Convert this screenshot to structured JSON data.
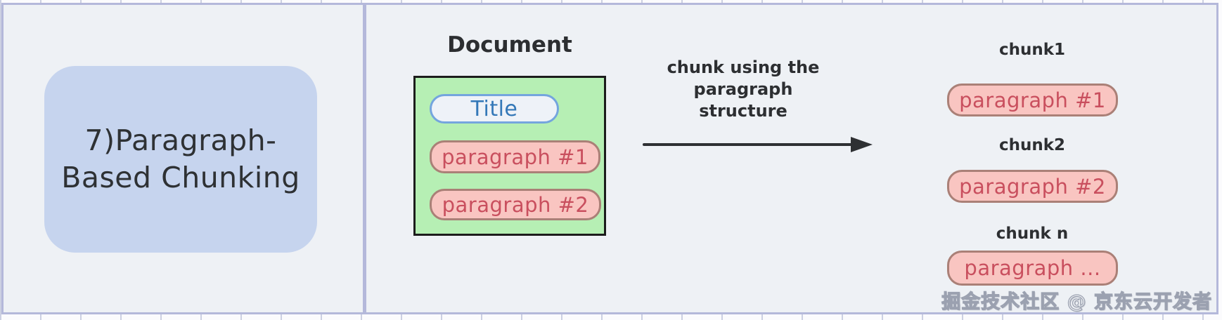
{
  "left_panel": {
    "title_line1": "7)Paragraph-",
    "title_line2": "Based Chunking"
  },
  "document": {
    "label": "Document",
    "title": "Title",
    "paragraphs": [
      "paragraph #1",
      "paragraph #2"
    ]
  },
  "arrow": {
    "label_line1": "chunk using the",
    "label_line2": "paragraph",
    "label_line3": "structure"
  },
  "chunks": [
    {
      "label": "chunk1",
      "content": "paragraph #1"
    },
    {
      "label": "chunk2",
      "content": "paragraph #2"
    },
    {
      "label": "chunk n",
      "content": "paragraph ..."
    }
  ],
  "watermark": "掘金技术社区 @ 京东云开发者",
  "colors": {
    "canvas_background": "#eef1f5",
    "cell_border": "#b4b8da",
    "left_box_fill": "#c6d4ee",
    "document_box_fill": "#b6efb4",
    "document_box_border": "#1c1c1c",
    "title_pill_border": "#74a5de",
    "title_pill_text": "#3478b8",
    "paragraph_pill_fill": "#f9c5c1",
    "paragraph_pill_border": "#aa8077",
    "paragraph_pill_text": "#c94f5e",
    "dark_text": "#2d2f32"
  }
}
